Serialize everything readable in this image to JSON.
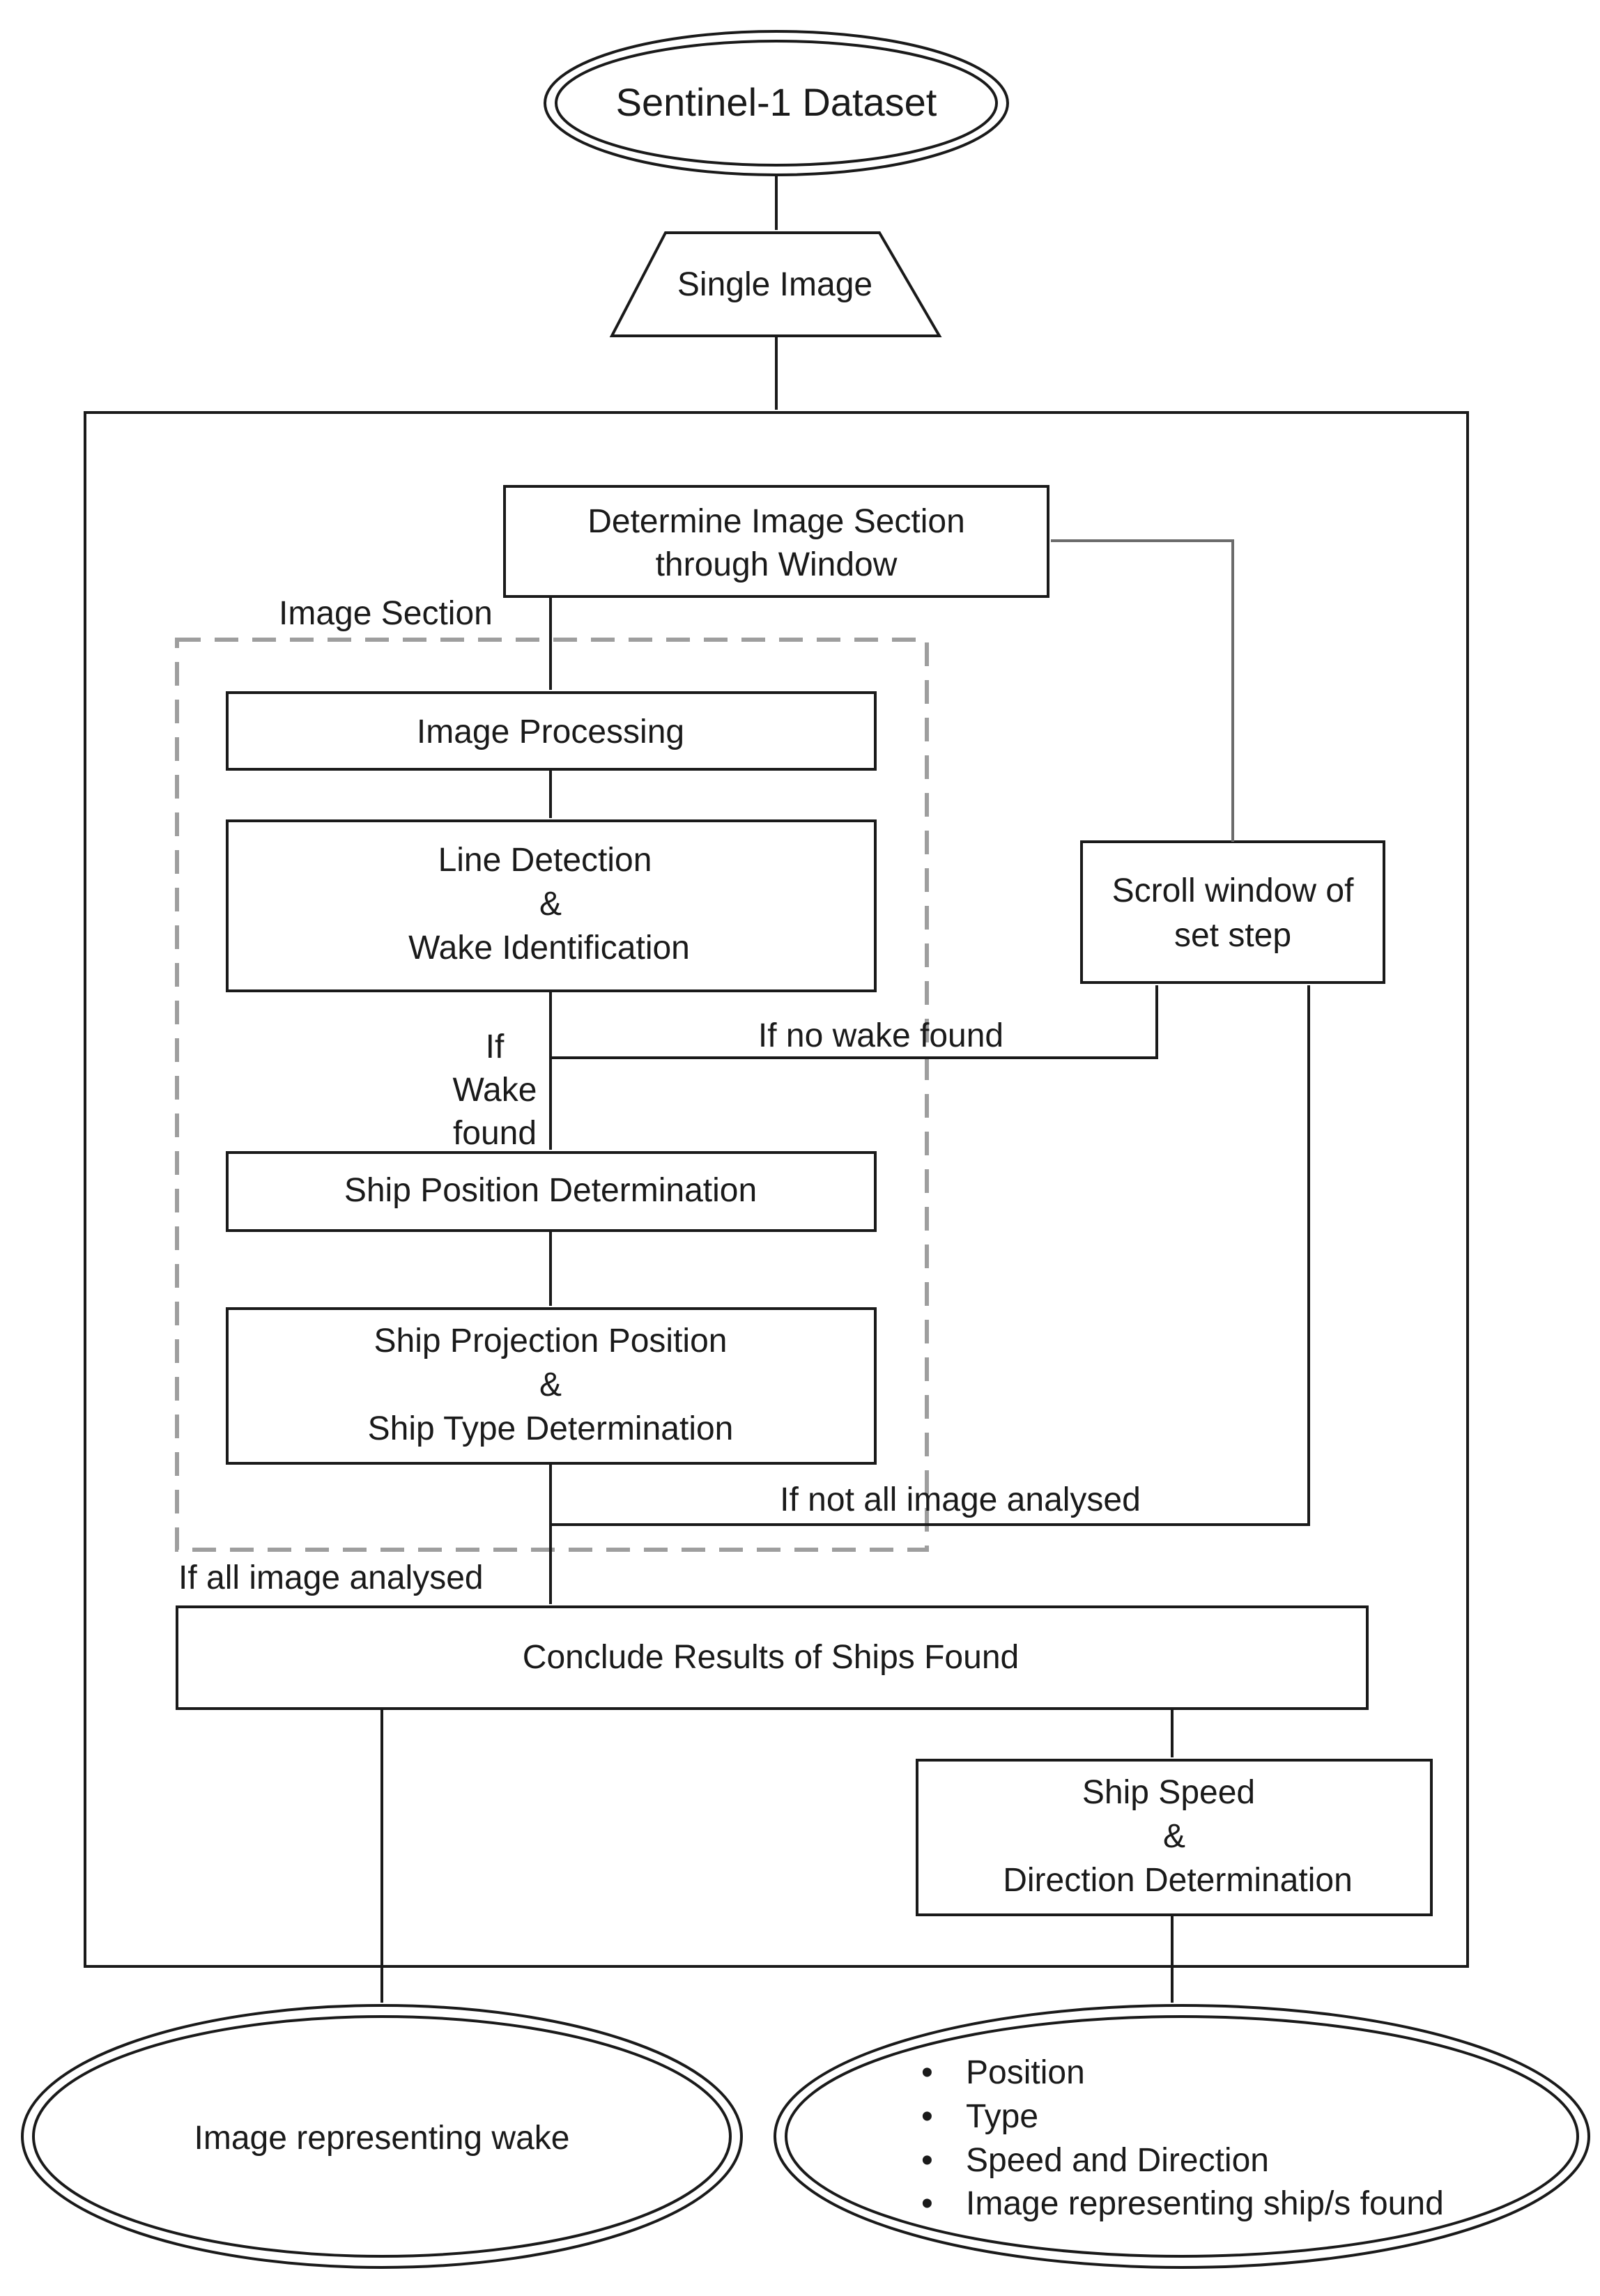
{
  "nodes": {
    "dataset": "Sentinel-1 Dataset",
    "single_image": "Single Image",
    "determine_section": [
      "Determine Image Section",
      "through Window"
    ],
    "image_processing": "Image Processing",
    "line_detection": [
      "Line Detection",
      "&",
      "Wake Identification"
    ],
    "ship_position": "Ship Position Determination",
    "ship_projection": [
      "Ship Projection Position",
      "&",
      "Ship Type Determination"
    ],
    "scroll_window": [
      "Scroll window of",
      "set step"
    ],
    "conclude": "Conclude Results of Ships Found",
    "ship_speed": [
      "Ship Speed",
      "&",
      "Direction Determination"
    ],
    "output_wake": "Image representing wake",
    "output_results": [
      "Position",
      "Type",
      "Speed and Direction",
      "Image representing ship/s found"
    ]
  },
  "group_label": "Image Section",
  "edge_labels": {
    "if_wake_found": [
      "If",
      "Wake",
      "found"
    ],
    "if_no_wake_found": "If no wake found",
    "if_not_all_analysed": "If not all image analysed",
    "if_all_analysed": "If all image analysed"
  },
  "colors": {
    "stroke": "#1a1a1a",
    "group_border": "#9e9e9e",
    "loop_arrow": "#6b6b6b",
    "background": "#ffffff"
  }
}
